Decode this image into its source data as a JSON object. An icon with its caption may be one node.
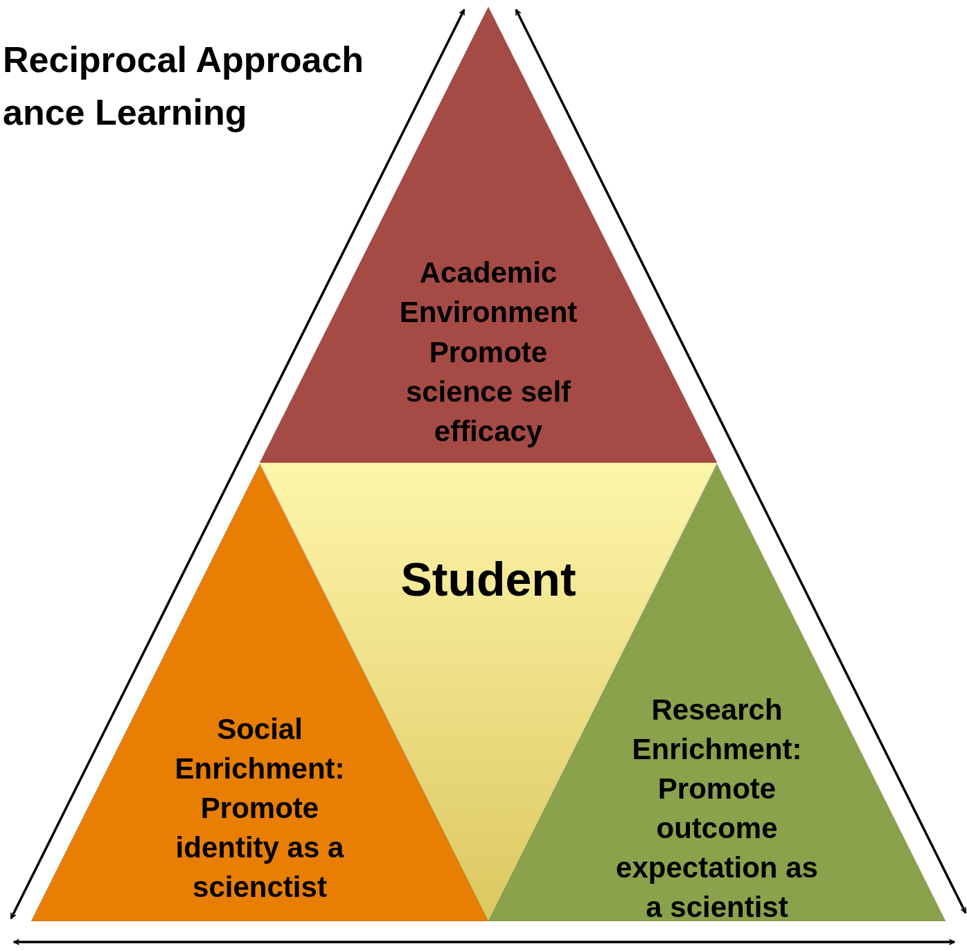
{
  "diagram": {
    "title": "Reciprocal Approach ance Learning",
    "nodes": [
      {
        "text": [
          "Academic Environment",
          "Promote science self efficacy"
        ]
      },
      {
        "text": [
          "Student"
        ]
      },
      {
        "text": [
          "Social Enrichment:",
          "Promote identity as a scienctist"
        ]
      },
      {
        "text": [
          "Research Enrichment:",
          "Promote outcome expectation as a scientist"
        ]
      }
    ],
    "edges": [
      {
        "from": 2,
        "to": 0,
        "arrow": "both"
      },
      {
        "from": 0,
        "to": 3,
        "arrow": "both"
      },
      {
        "from": 2,
        "to": 3,
        "arrow": "both"
      }
    ]
  }
}
